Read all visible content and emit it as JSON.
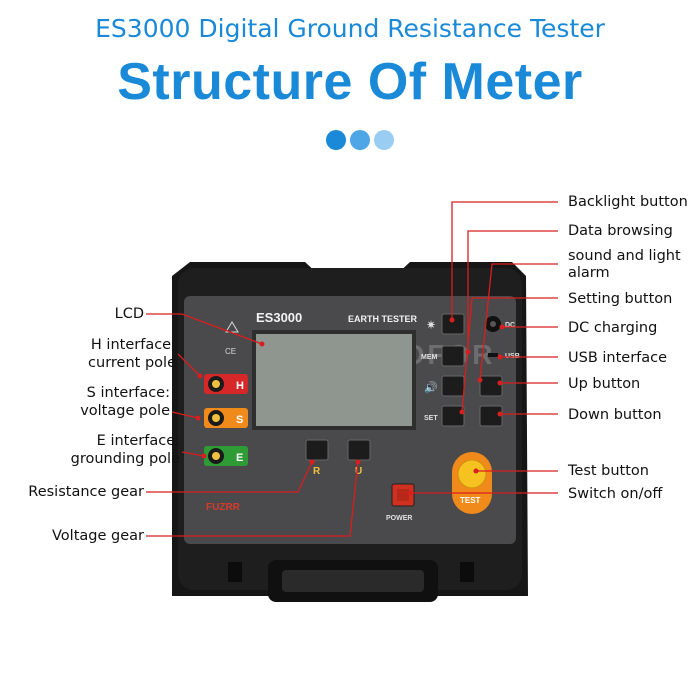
{
  "header": {
    "subtitle": "ES3000 Digital Ground Resistance Tester",
    "title": "Structure Of Meter"
  },
  "colors": {
    "accent": "#1a8ad8",
    "dot_1": "#1a8ad8",
    "dot_2": "#4ea6e6",
    "dot_3": "#9acdf2",
    "callout_line": "#d81e1e",
    "panel": "#4a4a4c",
    "case": "#161616",
    "h_terminal": "#d62828",
    "s_terminal": "#f08a1a",
    "e_terminal": "#2e9b35",
    "power_button": "#d03020",
    "test_button": "#f0a020"
  },
  "device": {
    "model": "ES3000",
    "panel_title": "EARTH TESTER",
    "brand": "FUZRR",
    "watermark": "SASOFOR",
    "terminal_h": "H",
    "terminal_s": "S",
    "terminal_e": "E",
    "key_r": "R",
    "key_u": "U",
    "key_mem": "MEM",
    "key_set": "SET",
    "dc_label": "DC",
    "usb_label": "USB",
    "power_label": "POWER",
    "test_label": "TEST"
  },
  "labels": {
    "left": {
      "lcd": "LCD",
      "h_interface_1": "H interface:",
      "h_interface_2": "current pole",
      "s_interface_1": "S interface:",
      "s_interface_2": "voltage pole",
      "e_interface_1": "E interface:",
      "e_interface_2": "grounding pole",
      "resistance_gear": "Resistance gear",
      "voltage_gear": "Voltage gear"
    },
    "right": {
      "backlight": "Backlight button",
      "data_browsing": "Data browsing",
      "alarm_1": "sound and light",
      "alarm_2": "alarm",
      "setting": "Setting button",
      "dc_charging": "DC charging",
      "usb": "USB interface",
      "up": "Up button",
      "down": "Down button",
      "test": "Test button",
      "power": "Switch on/off"
    }
  }
}
